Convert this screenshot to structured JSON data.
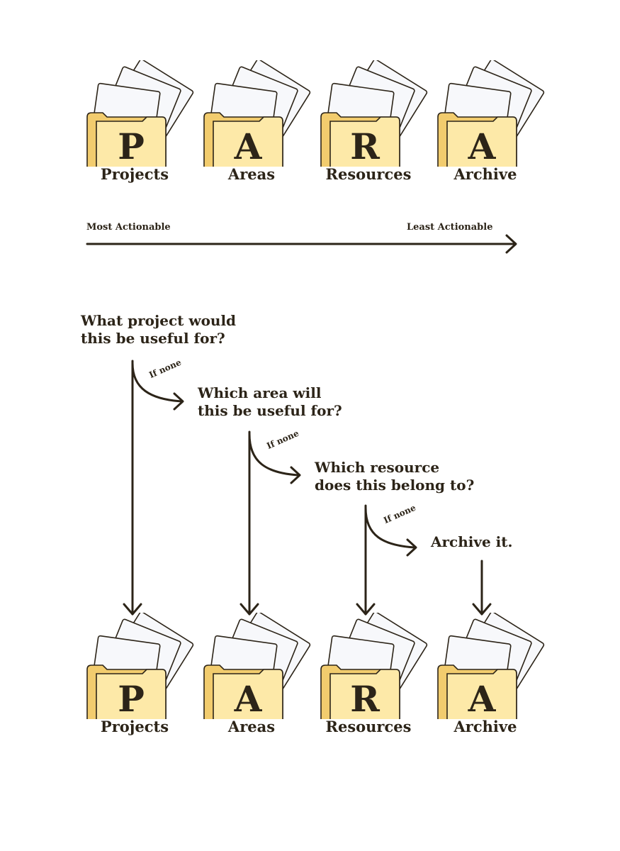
{
  "top_row": {
    "folders": [
      {
        "letter": "P",
        "label": "Projects"
      },
      {
        "letter": "A",
        "label": "Areas"
      },
      {
        "letter": "R",
        "label": "Resources"
      },
      {
        "letter": "A",
        "label": "Archive"
      }
    ]
  },
  "spectrum": {
    "left_label": "Most Actionable",
    "right_label": "Least Actionable"
  },
  "flow": {
    "q1": {
      "line1": "What project would",
      "line2": "this be useful for?"
    },
    "q2": {
      "line1": "Which area will",
      "line2": "this be useful for?"
    },
    "q3": {
      "line1": "Which resource",
      "line2": "does this belong to?"
    },
    "q4": {
      "line1": "Archive it."
    },
    "branch_label": "If none"
  },
  "bottom_row": {
    "folders": [
      {
        "letter": "P",
        "label": "Projects"
      },
      {
        "letter": "A",
        "label": "Areas"
      },
      {
        "letter": "R",
        "label": "Resources"
      },
      {
        "letter": "A",
        "label": "Archive"
      }
    ]
  },
  "colors": {
    "ink": "#2c2418",
    "folder_front": "#fde9a8",
    "folder_back": "#f2cc6e",
    "paper": "#f7f8fb"
  }
}
